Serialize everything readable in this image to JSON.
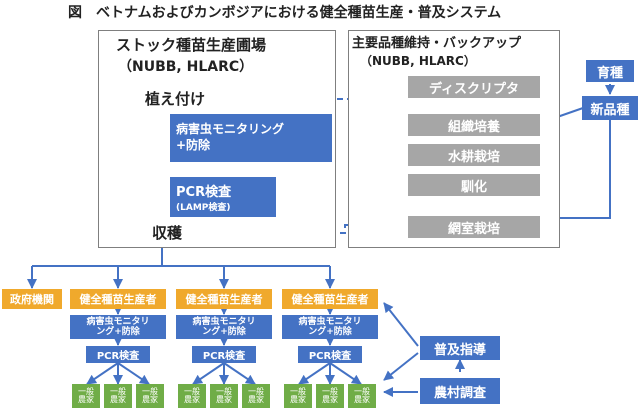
{
  "title": "図　ベトナムおよびカンボジアにおける健全種苗生産・普及システム",
  "stock_panel": {
    "title": "ストック種苗生産圃場",
    "subtitle": "（NUBB, HLARC）",
    "planting": "植え付け",
    "pest_monitoring": "病害虫モニタリング\n+防除",
    "pcr_test": "PCR検査",
    "pcr_sub": "(LAMP検査)",
    "harvest": "収穫"
  },
  "backup_panel": {
    "title": "主要品種維持・バックアップ",
    "subtitle": "（NUBB, HLARC）",
    "steps": [
      "ディスクリプタ",
      "組織培養",
      "水耕栽培",
      "馴化",
      "網室栽培"
    ]
  },
  "breeding": "育種",
  "new_variety": "新品種",
  "government": "政府機関",
  "producer_groups": [
    {
      "label": "健全種苗生産者",
      "monitor": "病害虫モニタリ\nング+防除",
      "pcr": "PCR検査",
      "farmers": [
        "一般\n農家",
        "一般\n農家",
        "一般\n農家"
      ]
    },
    {
      "label": "健全種苗生産者",
      "monitor": "病害虫モニタリ\nング+防除",
      "pcr": "PCR検査",
      "farmers": [
        "一般\n農家",
        "一般\n農家",
        "一般\n農家"
      ]
    },
    {
      "label": "健全種苗生産者",
      "monitor": "病害虫モニタリ\nング+防除",
      "pcr": "PCR検査",
      "farmers": [
        "一般\n農家",
        "一般\n農家",
        "一般\n農家"
      ]
    }
  ],
  "extension_guidance": "普及指導",
  "rural_survey": "農村調査",
  "colors": {
    "blue": "#4472c4",
    "gray": "#a6a6a6",
    "orange": "#f0a92c",
    "green": "#70ad47"
  }
}
